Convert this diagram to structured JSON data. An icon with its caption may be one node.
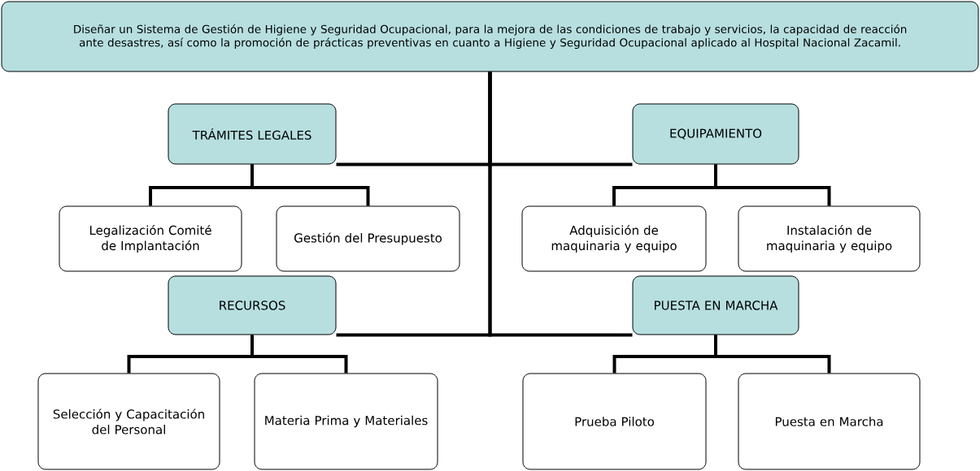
{
  "diagram": {
    "nodes": [
      {
        "text": [
          "Diseñar un Sistema de Gestión de Higiene y Seguridad Ocupacional, para la mejora de las condiciones de trabajo y servicios, la capacidad de reacción ante desastres, así como la promoción de prácticas preventivas en cuanto a Higiene y Seguridad Ocupacional aplicado al Hospital Nacional Zacamil."
        ]
      },
      {
        "text": [
          "TRÁMITES LEGALES"
        ]
      },
      {
        "text": [
          "Legalización Comité de Implantación"
        ]
      },
      {
        "text": [
          "Gestión del Presupuesto"
        ]
      },
      {
        "text": [
          "EQUIPAMIENTO"
        ]
      },
      {
        "text": [
          "Adquisición de maquinaria y equipo"
        ]
      },
      {
        "text": [
          "Instalación de maquinaria y equipo"
        ]
      },
      {
        "text": [
          "RECURSOS"
        ]
      },
      {
        "text": [
          "Selección y Capacitación del Personal"
        ]
      },
      {
        "text": [
          "Materia Prima y Materiales"
        ]
      },
      {
        "text": [
          "PUESTA EN MARCHA"
        ]
      },
      {
        "text": [
          "Prueba Piloto"
        ]
      },
      {
        "text": [
          "Puesta en Marcha"
        ]
      }
    ],
    "edges": [
      {
        "from": 0,
        "to": 1,
        "arrow": "none"
      },
      {
        "from": 1,
        "to": 2,
        "arrow": "none"
      },
      {
        "from": 1,
        "to": 3,
        "arrow": "none"
      },
      {
        "from": 0,
        "to": 4,
        "arrow": "none"
      },
      {
        "from": 4,
        "to": 5,
        "arrow": "none"
      },
      {
        "from": 4,
        "to": 6,
        "arrow": "none"
      },
      {
        "from": 0,
        "to": 7,
        "arrow": "none"
      },
      {
        "from": 7,
        "to": 8,
        "arrow": "none"
      },
      {
        "from": 7,
        "to": 9,
        "arrow": "none"
      },
      {
        "from": 0,
        "to": 10,
        "arrow": "none"
      },
      {
        "from": 10,
        "to": 11,
        "arrow": "none"
      },
      {
        "from": 10,
        "to": 12,
        "arrow": "none"
      }
    ]
  }
}
